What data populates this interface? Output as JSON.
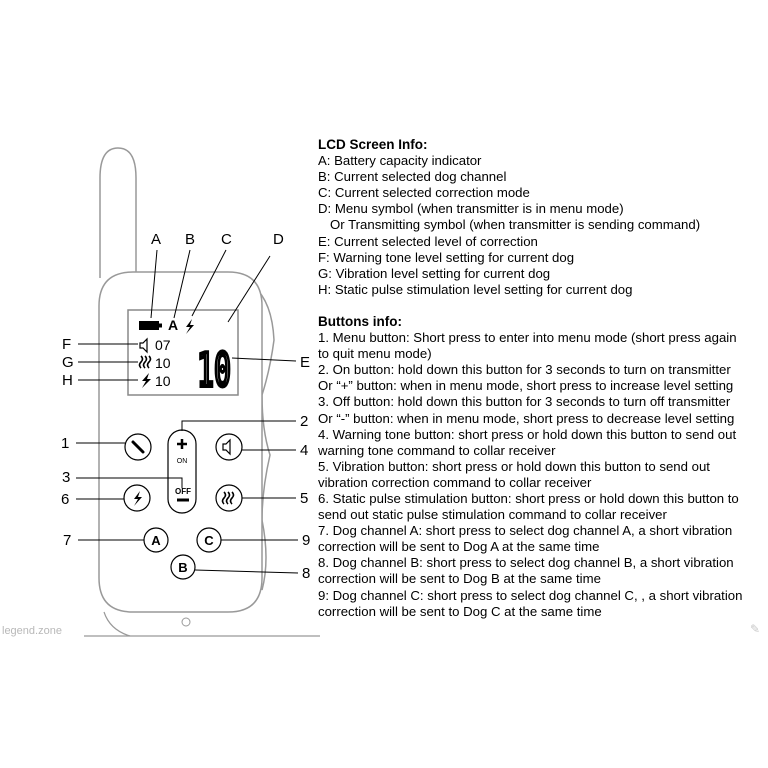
{
  "diagram": {
    "top_labels": [
      "A",
      "B",
      "C",
      "D"
    ],
    "left_labels": [
      "F",
      "G",
      "H"
    ],
    "right_label_e": "E",
    "lcd": {
      "channel": "A",
      "tone_level": "07",
      "vibration_level": "10",
      "static_level": "10",
      "correction_level": "10"
    },
    "button_numbers": [
      "1",
      "2",
      "3",
      "4",
      "5",
      "6",
      "7",
      "8",
      "9"
    ],
    "on_label": "ON",
    "off_label": "OFF",
    "channel_buttons": [
      "A",
      "B",
      "C"
    ]
  },
  "lcd_info": {
    "title": "LCD Screen Info:",
    "lines": [
      "A: Battery capacity indicator",
      "B: Current selected dog channel",
      "C: Current selected correction mode",
      "D: Menu symbol (when transmitter is in menu mode)",
      "Or Transmitting symbol (when transmitter is sending command)",
      "E: Current selected level of correction",
      "F: Warning tone level setting for current dog",
      "G: Vibration level setting for current dog",
      "H: Static pulse stimulation level setting for current dog"
    ]
  },
  "buttons_info": {
    "title": "Buttons info:",
    "lines": [
      "1. Menu button:  Short press to enter into menu mode (short  press again",
      "to quit menu mode)",
      "2. On button: hold down this button for 3 seconds to turn on transmitter",
      "Or “+” button: when in menu mode, short press to increase level setting",
      "3. Off button: hold down this button for 3 seconds to turn off transmitter",
      "Or “-” button: when in menu mode, short press to decrease level setting",
      "4. Warning tone button: short press or hold down this button to send out",
      "warning tone command to collar receiver",
      "5. Vibration button: short press or hold down this button to send out",
      "vibration correction command to collar receiver",
      "6. Static pulse stimulation button: short press or hold down this button to",
      "send out static pulse stimulation command to collar receiver",
      "7. Dog channel A: short press to select dog channel A, a short vibration",
      "correction will be sent to Dog A at the same time",
      "8. Dog channel B: short press to select dog channel B, a short vibration",
      "correction will be sent to Dog B at the same time",
      "9: Dog channel C: short press to select dog channel C, , a short vibration",
      "correction will be sent to Dog C at the same time"
    ]
  },
  "watermark": "legend.zone"
}
